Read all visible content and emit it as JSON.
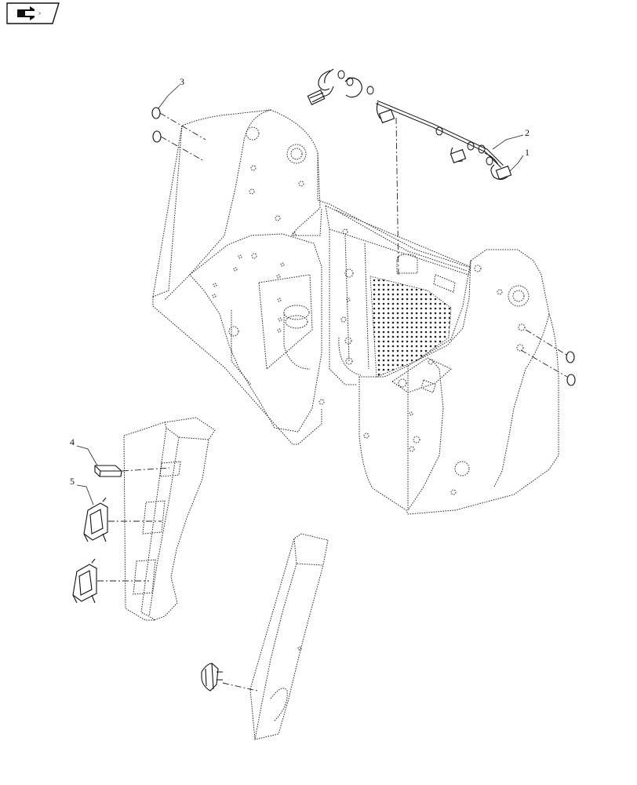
{
  "toolbar": {
    "nav_icon": "next-page-arrow-icon"
  },
  "callouts": [
    {
      "id": "c1",
      "label": "1"
    },
    {
      "id": "c2",
      "label": "2"
    },
    {
      "id": "c3",
      "label": "3"
    },
    {
      "id": "c4",
      "label": "4"
    },
    {
      "id": "c5",
      "label": "5"
    }
  ],
  "colors": {
    "line": "#222222",
    "mesh": "#333333"
  }
}
